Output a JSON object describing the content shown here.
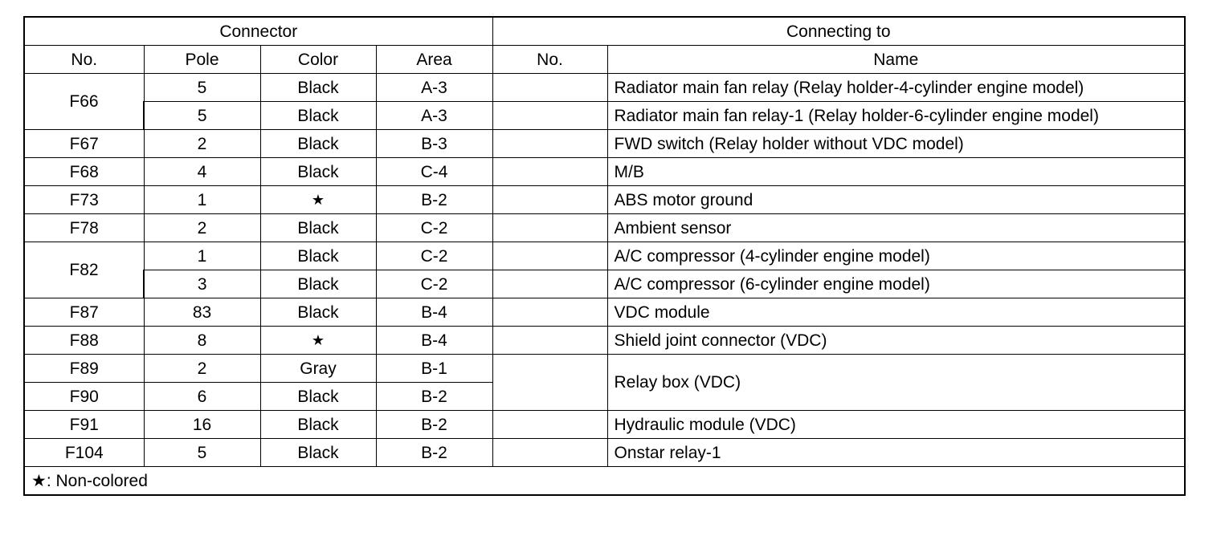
{
  "table": {
    "group_headers": {
      "connector": "Connector",
      "connecting_to": "Connecting to"
    },
    "columns": {
      "no": "No.",
      "pole": "Pole",
      "color": "Color",
      "area": "Area",
      "to_no": "No.",
      "name": "Name"
    },
    "rows": [
      {
        "no": "F66",
        "pole": "5",
        "color": "Black",
        "area": "A-3",
        "to_no": "",
        "name": "Radiator main fan relay (Relay holder-4-cylinder engine model)"
      },
      {
        "no": "",
        "pole": "5",
        "color": "Black",
        "area": "A-3",
        "to_no": "",
        "name": "Radiator main fan relay-1 (Relay holder-6-cylinder engine model)"
      },
      {
        "no": "F67",
        "pole": "2",
        "color": "Black",
        "area": "B-3",
        "to_no": "",
        "name": "FWD switch (Relay holder without VDC model)"
      },
      {
        "no": "F68",
        "pole": "4",
        "color": "Black",
        "area": "C-4",
        "to_no": "",
        "name": "M/B"
      },
      {
        "no": "F73",
        "pole": "1",
        "color": "★",
        "area": "B-2",
        "to_no": "",
        "name": "ABS motor ground"
      },
      {
        "no": "F78",
        "pole": "2",
        "color": "Black",
        "area": "C-2",
        "to_no": "",
        "name": "Ambient sensor"
      },
      {
        "no": "F82",
        "pole": "1",
        "color": "Black",
        "area": "C-2",
        "to_no": "",
        "name": "A/C compressor (4-cylinder engine model)"
      },
      {
        "no": "",
        "pole": "3",
        "color": "Black",
        "area": "C-2",
        "to_no": "",
        "name": "A/C compressor (6-cylinder engine model)"
      },
      {
        "no": "F87",
        "pole": "83",
        "color": "Black",
        "area": "B-4",
        "to_no": "",
        "name": "VDC module"
      },
      {
        "no": "F88",
        "pole": "8",
        "color": "★",
        "area": "B-4",
        "to_no": "",
        "name": "Shield joint connector (VDC)"
      },
      {
        "no": "F89",
        "pole": "2",
        "color": "Gray",
        "area": "B-1",
        "to_no": "",
        "name": "Relay box (VDC)"
      },
      {
        "no": "F90",
        "pole": "6",
        "color": "Black",
        "area": "B-2",
        "to_no": "",
        "name": ""
      },
      {
        "no": "F91",
        "pole": "16",
        "color": "Black",
        "area": "B-2",
        "to_no": "",
        "name": "Hydraulic module (VDC)"
      },
      {
        "no": "F104",
        "pole": "5",
        "color": "Black",
        "area": "B-2",
        "to_no": "",
        "name": "Onstar relay-1"
      }
    ],
    "footnote": "★: Non-colored"
  }
}
